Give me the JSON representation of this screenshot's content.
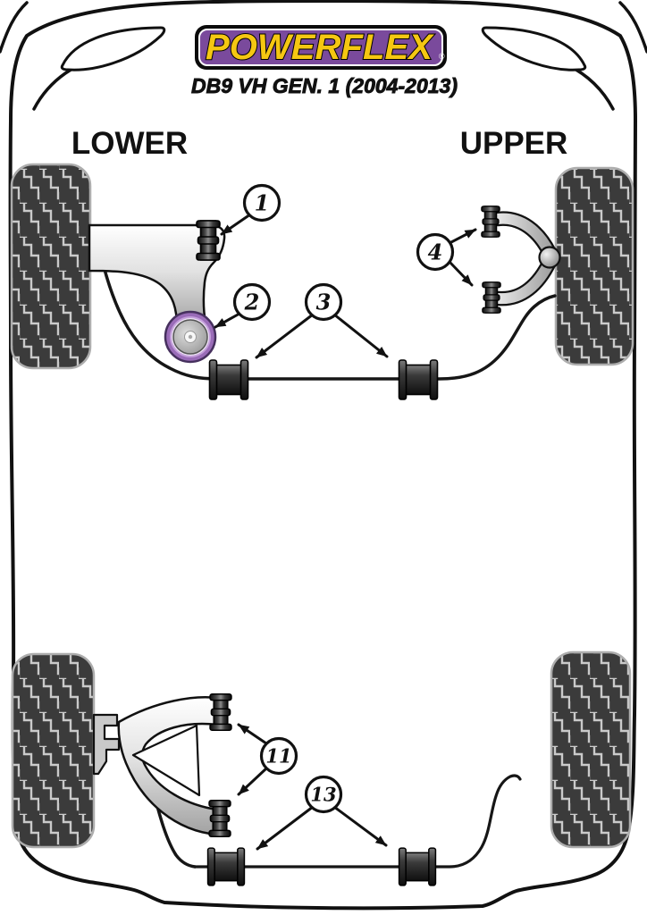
{
  "header": {
    "brand": "POWERFLEX",
    "registered_mark": "®",
    "model_title": "DB9 VH GEN. 1 (2004-2013)"
  },
  "labels": {
    "lower": "LOWER",
    "upper": "UPPER"
  },
  "callouts": {
    "c1": "1",
    "c2": "2",
    "c3": "3",
    "c4": "4",
    "c11": "11",
    "c13": "13"
  },
  "colors": {
    "logo_background": "#7a4a9c",
    "logo_letters": "#f5c712",
    "logo_border": "#0b0b0b",
    "bushing_purple": "#9a6cb8",
    "ink": "#111111",
    "tire": "#3b3b3b",
    "tread_line": "#cacaca"
  }
}
